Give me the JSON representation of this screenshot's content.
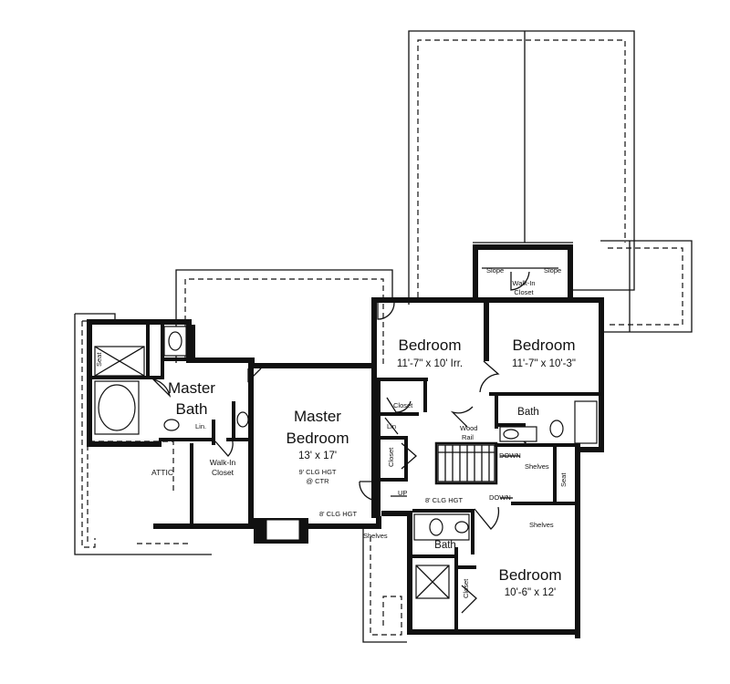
{
  "rooms": {
    "master_bath": {
      "line1": "Master",
      "line2": "Bath"
    },
    "master_bedroom": {
      "line1": "Master",
      "line2": "Bedroom",
      "dims": "13' x 17'",
      "clg1": "9' CLG HGT",
      "clg2": "@ CTR"
    },
    "bedroom_2": {
      "name": "Bedroom",
      "dims": "11'-7\" x 10' Irr."
    },
    "bedroom_3": {
      "name": "Bedroom",
      "dims": "11'-7\" x 10'-3\""
    },
    "bedroom_4": {
      "name": "Bedroom",
      "dims": "10'-6\" x 12'"
    },
    "bath_upper": {
      "name": "Bath"
    },
    "bath_lower": {
      "name": "Bath"
    },
    "attic": {
      "name": "ATTIC"
    },
    "walkin_closet_master": {
      "line1": "Walk-In",
      "line2": "Closet"
    },
    "walkin_closet_top": {
      "line1": "Walk-In",
      "line2": "Closet"
    }
  },
  "labels": {
    "seat_left": "Seat",
    "seat_right": "Seat",
    "lin_master": "Lin.",
    "lin_hall": "Lin",
    "closet_bed2": "Closet",
    "closet_hall": "Closet",
    "closet_bed4": "Closet",
    "wood_rail_1": "Wood",
    "wood_rail_2": "Rail",
    "down_1": "DOWN",
    "down_2": "DOWN",
    "up": "UP",
    "clg_hall": "8' CLG HGT",
    "clg_master": "8' CLG HGT",
    "shelves_1": "Shelves",
    "shelves_2": "Shelves",
    "shelves_3": "Shelves",
    "slope_left": "Slope",
    "slope_right": "Slope"
  }
}
